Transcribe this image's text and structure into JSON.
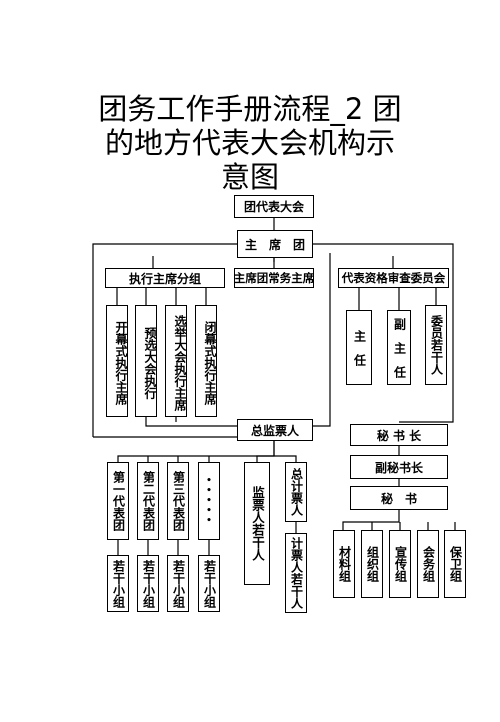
{
  "title": {
    "line1": "团务工作手册流程_2 团",
    "line2": "的地方代表大会机构示",
    "line3": "意图"
  },
  "nodes": {
    "congress": "团代表大会",
    "presidium": "主　席　团",
    "exec_groups": "执行主席分组",
    "standing_chair": "主席团常务主席",
    "credentials": "代表资格审查委员会",
    "open_chair": "开幕式执行主席",
    "prelim_chair": "预选大会执行",
    "elect_chair": "选举大会执行主席",
    "close_chair": "闭幕式执行主席",
    "chair_person": "主　任",
    "vice_chair": "副　主　任",
    "members": "委员若干人",
    "chief_scrutineer": "总监票人",
    "secretary_general": "秘 书 长",
    "deputy_sec_general": "副秘书长",
    "secretary": "秘　书",
    "delegation_1": "第一代表团",
    "delegation_2": "第二代表团",
    "delegation_3": "第三代表团",
    "delegation_more": "•••••",
    "scrutineers": "监票人若干人",
    "chief_counter": "总计票人",
    "counters": "计票人若干人",
    "groups_1": "若干小组",
    "groups_2": "若干小组",
    "groups_3": "若干小组",
    "groups_4": "若干小组",
    "materials_group": "材料组",
    "organization_group": "组织组",
    "publicity_group": "宣传组",
    "affairs_group": "会务组",
    "security_group": "保卫组"
  }
}
